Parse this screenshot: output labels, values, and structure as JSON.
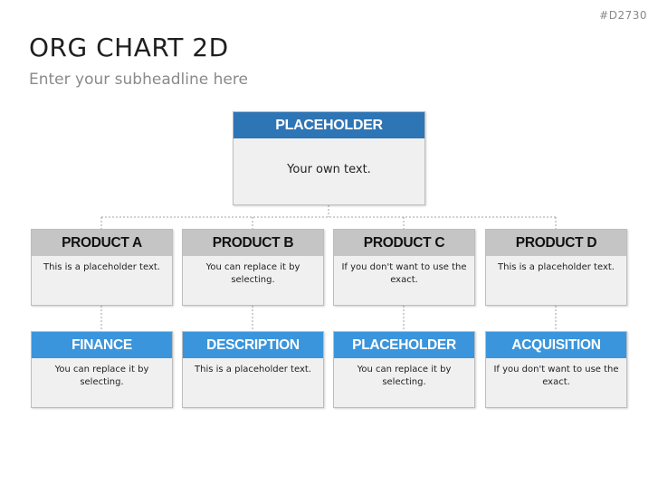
{
  "slide_id": "#D2730",
  "title": "ORG CHART 2D",
  "subtitle": "Enter your subheadline here",
  "top": {
    "title": "PLACEHOLDER",
    "text": "Your own text."
  },
  "level2": [
    {
      "title": "PRODUCT A",
      "text": "This is a placeholder text."
    },
    {
      "title": "PRODUCT B",
      "text": "You can replace it by selecting."
    },
    {
      "title": "PRODUCT C",
      "text": "If you don't want to use the exact."
    },
    {
      "title": "PRODUCT D",
      "text": "This is a placeholder text."
    }
  ],
  "level3": [
    {
      "title": "FINANCE",
      "text": "You can replace it by selecting."
    },
    {
      "title": "DESCRIPTION",
      "text": "This is a placeholder text."
    },
    {
      "title": "PLACEHOLDER",
      "text": "You can replace it by selecting."
    },
    {
      "title": "ACQUISITION",
      "text": "If you don't want to use the exact."
    }
  ],
  "colors": {
    "top_header": "#2e75b6",
    "level2_header": "#c5c5c5",
    "level3_header": "#3a95dc",
    "box_fill": "#f0f0f0",
    "connector": "#a0a0a0"
  }
}
